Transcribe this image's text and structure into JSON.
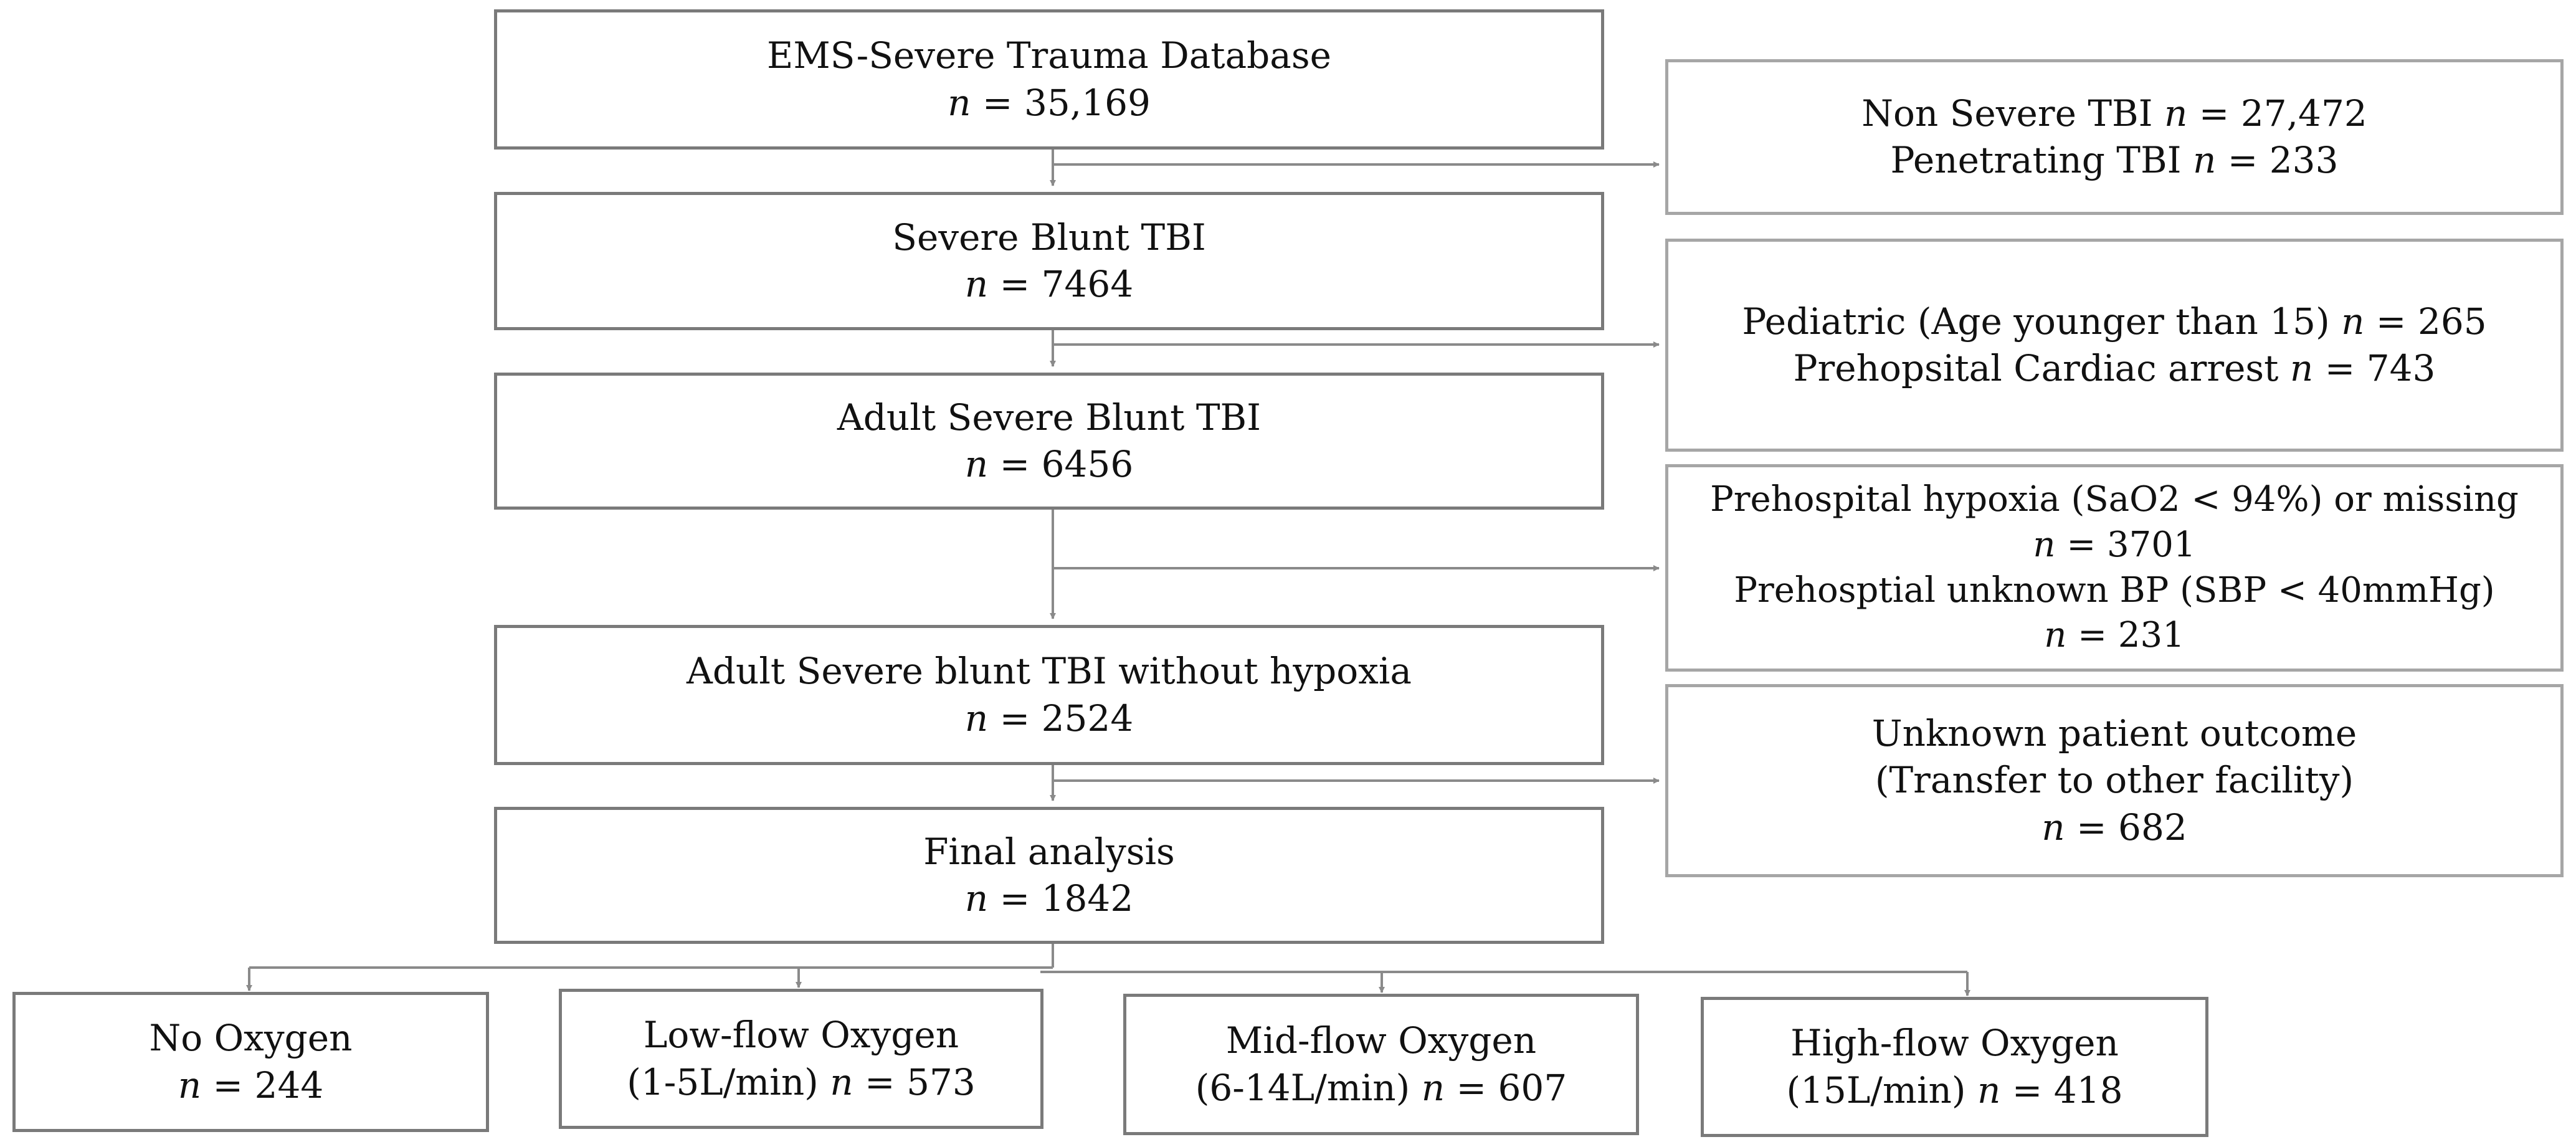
{
  "flow": {
    "database": {
      "title": "EMS-Severe Trauma Database",
      "n_label": "n",
      "count": "= 35,169"
    },
    "excl1": {
      "line1": {
        "text": "Non Severe TBI ",
        "n_label": "n",
        "count": " = 27,472"
      },
      "line2": {
        "text": "Penetrating TBI ",
        "n_label": "n",
        "count": " = 233"
      }
    },
    "severe_blunt": {
      "title": "Severe Blunt TBI",
      "n_label": "n",
      "count": "= 7464"
    },
    "excl2": {
      "line1": {
        "text": "Pediatric (Age younger than 15) ",
        "n_label": "n",
        "count": " = 265"
      },
      "line2": {
        "text": "Prehopsital Cardiac arrest ",
        "n_label": "n",
        "count": " = 743"
      }
    },
    "adult_severe": {
      "title": "Adult Severe Blunt TBI",
      "n_label": "n",
      "count": "= 6456"
    },
    "excl3": {
      "line1": "Prehospital hypoxia (SaO2 < 94%) or missing",
      "line2": {
        "n_label": "n",
        "count": "= 3701"
      },
      "line3": "Prehosptial unknown BP (SBP < 40mmHg)",
      "line4": {
        "n_label": "n",
        "count": "= 231"
      }
    },
    "no_hypoxia": {
      "title": "Adult Severe blunt TBI without hypoxia",
      "n_label": "n",
      "count": "= 2524"
    },
    "excl4": {
      "line1": "Unknown patient outcome",
      "line2": "(Transfer to other facility)",
      "line3": {
        "n_label": "n",
        "count": "= 682"
      }
    },
    "final": {
      "title": "Final analysis",
      "n_label": "n",
      "count": "= 1842"
    },
    "groups": [
      {
        "title": "No Oxygen",
        "prefix": "",
        "n_label": "n",
        "count": "= 244"
      },
      {
        "title": "Low-flow Oxygen",
        "prefix": "(1-5L/min) ",
        "n_label": "n",
        "count": " = 573"
      },
      {
        "title": "Mid-flow Oxygen",
        "prefix": "(6-14L/min) ",
        "n_label": "n",
        "count": " = 607"
      },
      {
        "title": "High-flow Oxygen",
        "prefix": "(15L/min) ",
        "n_label": "n",
        "count": " = 418"
      }
    ]
  },
  "colors": {
    "main_border": "#7a7a7a",
    "exclusion_border": "#a6a6a6",
    "arrow": "#8a8a8a"
  }
}
